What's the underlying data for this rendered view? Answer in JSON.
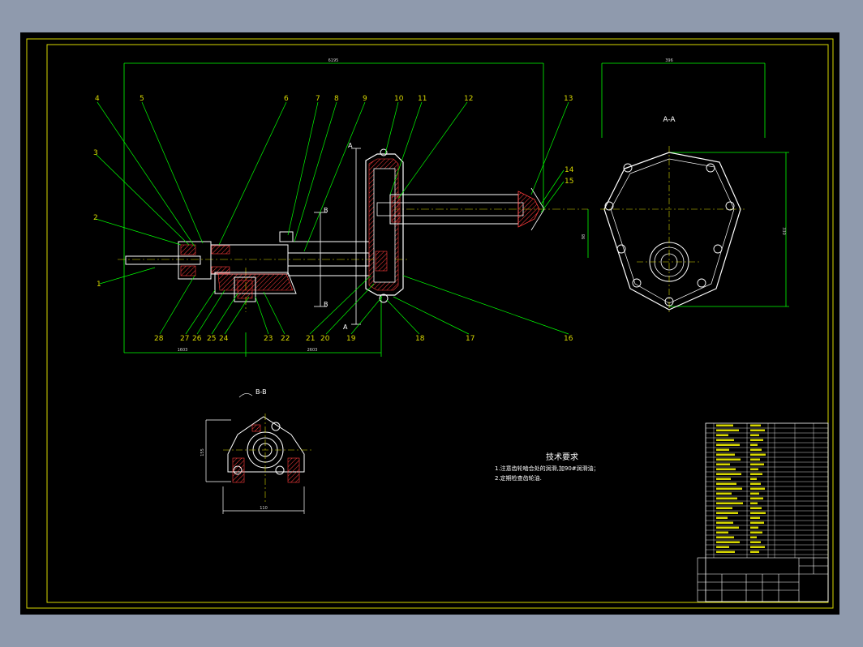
{
  "drawing": {
    "views": {
      "main_section_label": "A",
      "aa_title": "A-A",
      "bb_title": "B-B",
      "b_mark": "B"
    },
    "part_labels_top": [
      "4",
      "5",
      "6",
      "7",
      "8",
      "9",
      "10",
      "11",
      "12",
      "13"
    ],
    "part_labels_left": [
      "3",
      "2",
      "1"
    ],
    "part_labels_right": [
      "14",
      "15"
    ],
    "part_labels_bottom": [
      "28",
      "27",
      "26",
      "25",
      "24",
      "23",
      "22",
      "21",
      "20",
      "19",
      "18",
      "17",
      "16"
    ],
    "dimensions": {
      "overall_top": "6195",
      "aa_width": "396",
      "bottom_left": "1603",
      "bottom_right": "2603",
      "aa_height": "330",
      "shaft_offset": "98",
      "bb_width": "110",
      "bb_height": "155"
    },
    "tech_requirements": {
      "title": "技术要求",
      "items": [
        "1.注意齿轮啮合处的润滑,加90#润滑油；",
        "2.定期检查齿轮油."
      ]
    }
  },
  "colors": {
    "frame": "#d8d800",
    "leader": "#00ff00",
    "geometry": "#ffffff",
    "hatch": "#ff3b3b",
    "centerline": "#d8d800",
    "background": "#000000",
    "border": "#8f9aad"
  }
}
